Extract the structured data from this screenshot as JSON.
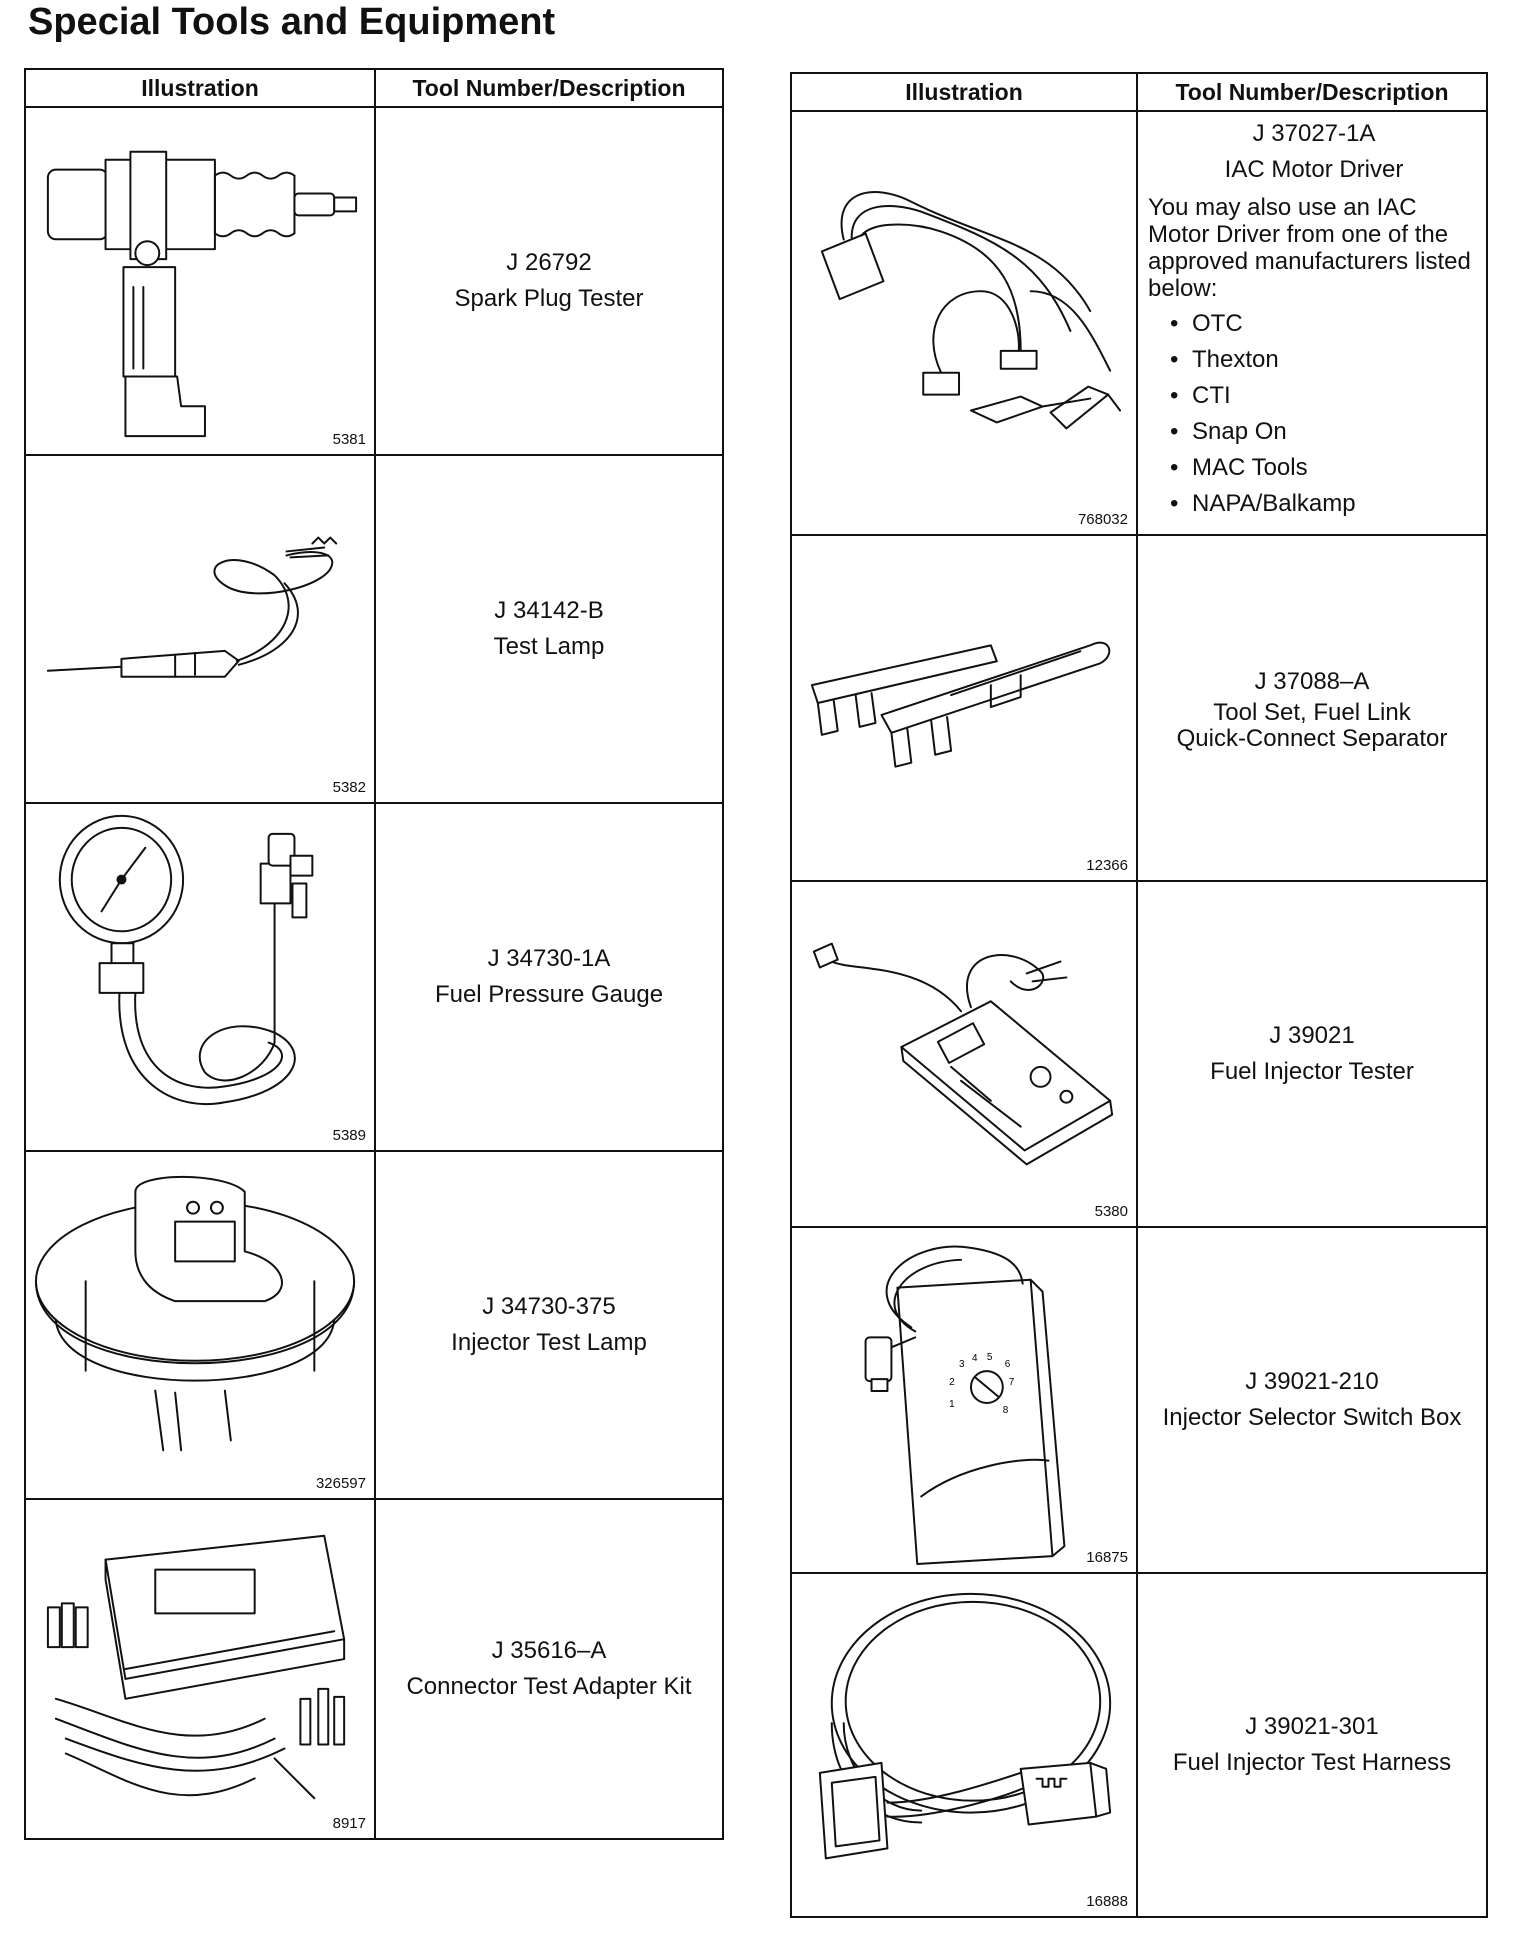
{
  "page": {
    "title": "Special Tools and Equipment"
  },
  "headers": {
    "illustration": "Illustration",
    "tool": "Tool Number/Description"
  },
  "left": [
    {
      "fig": "5381",
      "number": "J 26792",
      "label": "Spark Plug Tester",
      "icon": "spark-plug-tester-icon"
    },
    {
      "fig": "5382",
      "number": "J 34142-B",
      "label": "Test Lamp",
      "icon": "test-lamp-icon"
    },
    {
      "fig": "5389",
      "number": "J 34730-1A",
      "label": "Fuel Pressure Gauge",
      "icon": "fuel-pressure-gauge-icon"
    },
    {
      "fig": "326597",
      "number": "J 34730-375",
      "label": "Injector Test Lamp",
      "icon": "injector-test-lamp-icon"
    },
    {
      "fig": "8917",
      "number": "J 35616–A",
      "label": "Connector Test Adapter Kit",
      "icon": "connector-adapter-kit-icon"
    }
  ],
  "right": [
    {
      "fig": "768032",
      "number": "J 37027-1A",
      "label": "IAC Motor Driver",
      "note": "You may also use an IAC Motor Driver from one of the approved manufacturers listed below:",
      "list": [
        "OTC",
        "Thexton",
        "CTI",
        "Snap On",
        "MAC Tools",
        "NAPA/Balkamp"
      ],
      "icon": "iac-motor-driver-icon"
    },
    {
      "fig": "12366",
      "number": "J 37088–A",
      "label": "Tool Set, Fuel Link",
      "label2": "Quick-Connect Separator",
      "icon": "quick-connect-separator-icon"
    },
    {
      "fig": "5380",
      "number": "J 39021",
      "label": "Fuel Injector Tester",
      "icon": "fuel-injector-tester-icon"
    },
    {
      "fig": "16875",
      "number": "J 39021-210",
      "label": "Injector Selector Switch Box",
      "dial": [
        "1",
        "2",
        "3",
        "4",
        "5",
        "6",
        "7",
        "8"
      ],
      "icon": "selector-switch-box-icon"
    },
    {
      "fig": "16888",
      "number": "J 39021-301",
      "label": "Fuel Injector Test Harness",
      "icon": "test-harness-icon"
    }
  ]
}
